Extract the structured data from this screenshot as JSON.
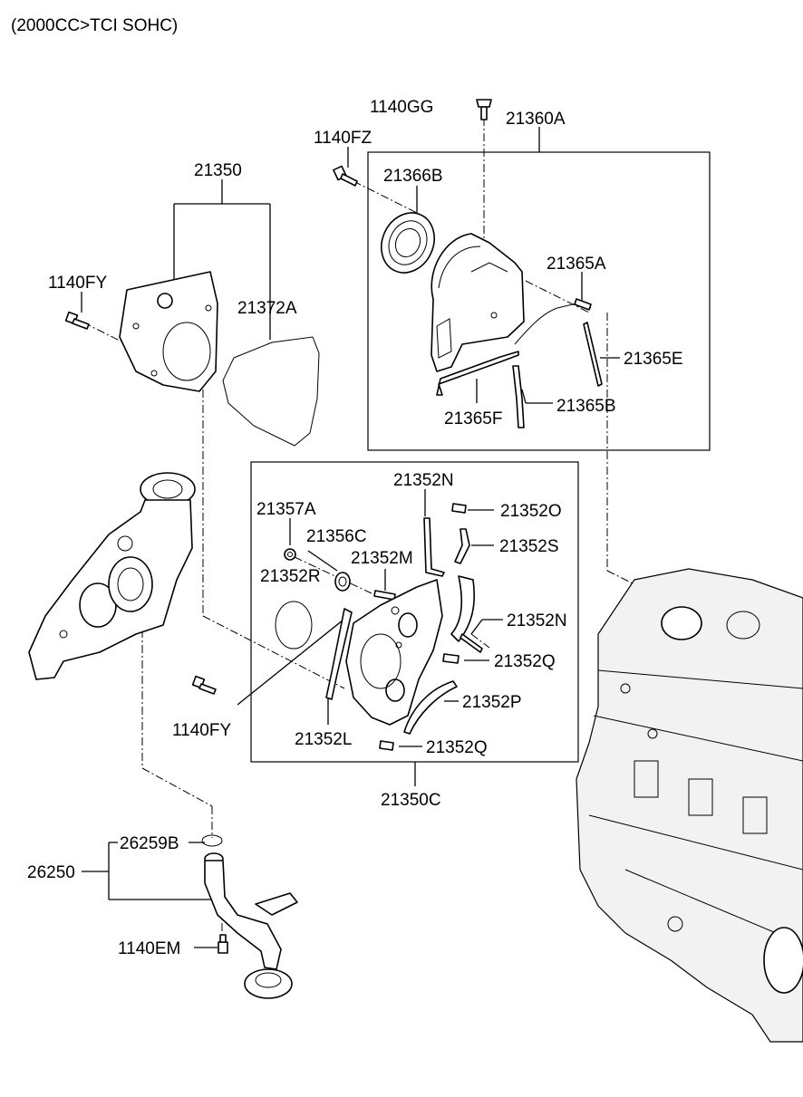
{
  "title": "(2000CC>TCI SOHC)",
  "labels": {
    "p1140GG": "1140GG",
    "p21360A": "21360A",
    "p1140FZ": "1140FZ",
    "p21366B": "21366B",
    "p21365A": "21365A",
    "p21365E": "21365E",
    "p21365F": "21365F",
    "p21365B": "21365B",
    "p21350": "21350",
    "p1140FY_top": "1140FY",
    "p21372A": "21372A",
    "p21352N_top": "21352N",
    "p21357A": "21357A",
    "p21352O": "21352O",
    "p21356C": "21356C",
    "p21352S": "21352S",
    "p21352M": "21352M",
    "p21352R": "21352R",
    "p21352N_mid": "21352N",
    "p21352Q_mid": "21352Q",
    "p21352P": "21352P",
    "p1140FY_bot": "1140FY",
    "p21352L": "21352L",
    "p21352Q_bot": "21352Q",
    "p21350C": "21350C",
    "p26259B": "26259B",
    "p26250": "26250",
    "p1140EM": "1140EM"
  }
}
